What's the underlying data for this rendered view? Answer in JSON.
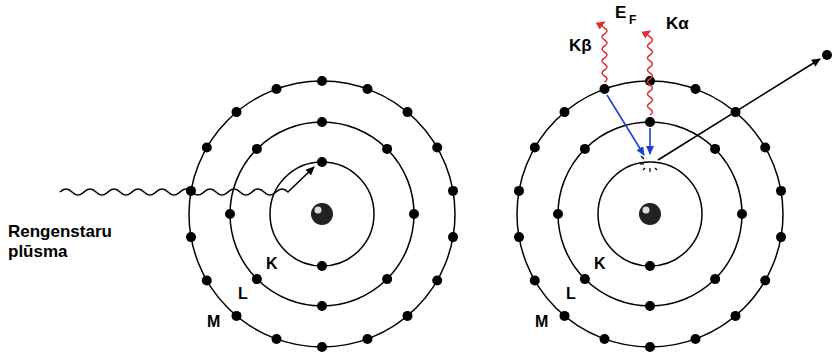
{
  "diagram": {
    "labels": [
      "Rengenstaru plūsma",
      "K",
      "L",
      "M",
      "Kβ",
      "E",
      "F",
      "Kα",
      "K",
      "L",
      "M"
    ]
  }
}
